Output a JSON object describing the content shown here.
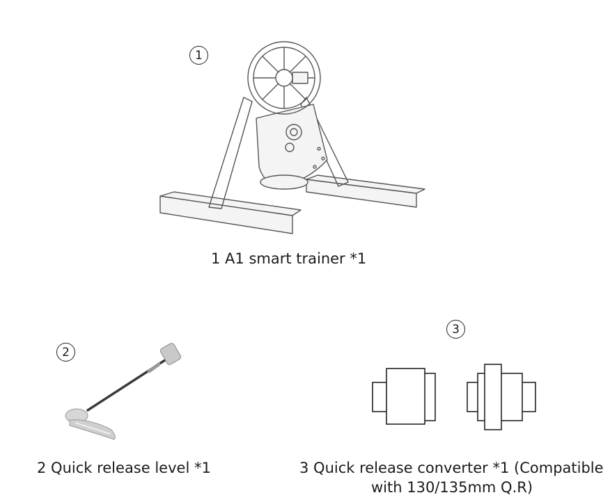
{
  "items": [
    {
      "badge": "1",
      "caption": "1 A1 smart trainer *1",
      "icon": "smart-trainer-illustration"
    },
    {
      "badge": "2",
      "caption": "2 Quick release level *1",
      "icon": "quick-release-lever-photo"
    },
    {
      "badge": "3",
      "caption_line1": "3 Quick release converter *1 (Compatible",
      "caption_line2": "with 130/135mm Q.R)",
      "icon": "quick-release-converter-drawing"
    }
  ]
}
